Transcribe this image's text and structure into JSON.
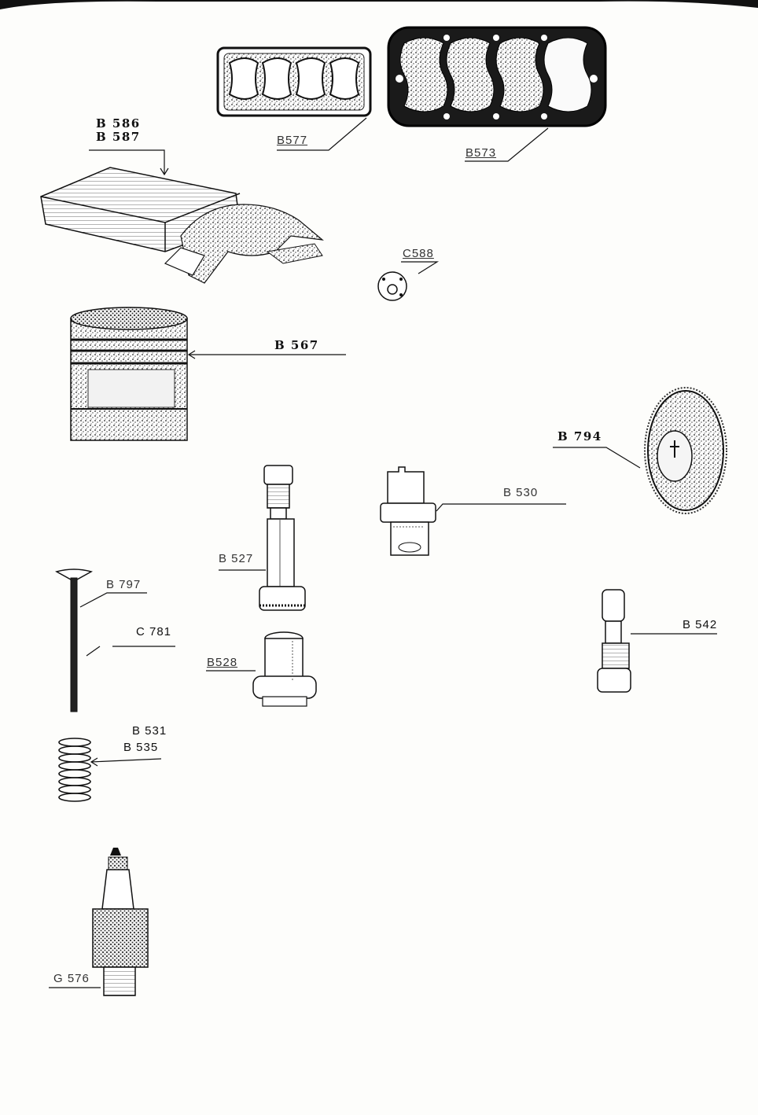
{
  "labels": {
    "b577": "B577",
    "b573": "B573",
    "b586": "B  586",
    "b587": "B  587",
    "c588": "C588",
    "b567": "B  567",
    "b794": "B  794",
    "b530": "B  530",
    "b527": "B 527",
    "b797": "B  797",
    "c781": "C 781",
    "b528": "B528",
    "b542": "B 542",
    "b531": "B 531",
    "b535": "B 535",
    "g576": "G  576"
  },
  "colors": {
    "ink": "#111111",
    "paper": "#fdfdfb"
  }
}
